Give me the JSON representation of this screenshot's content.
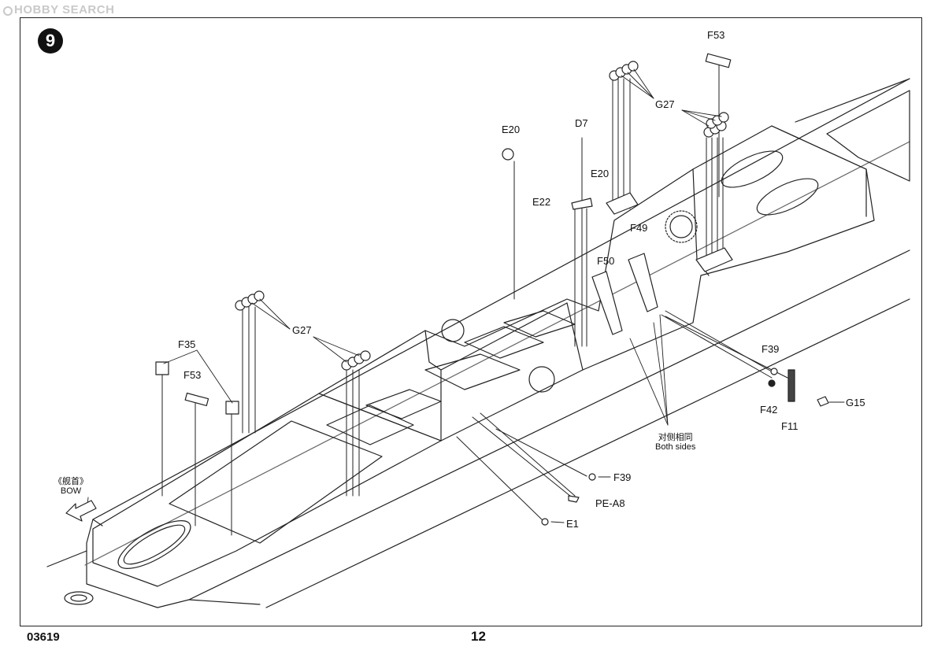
{
  "watermark": {
    "text": "HOBBY SEARCH"
  },
  "step": {
    "number": "9"
  },
  "footer": {
    "code": "03619",
    "page": "12"
  },
  "bow": {
    "cn": "《舰首》",
    "en": "BOW"
  },
  "both_sides": {
    "cn": "对侧相同",
    "en": "Both sides"
  },
  "parts": {
    "F53_top": "F53",
    "G27_right": "G27",
    "D7": "D7",
    "E20_a": "E20",
    "E20_b": "E20",
    "E22": "E22",
    "F49": "F49",
    "F50": "F50",
    "G27_left": "G27",
    "F35": "F35",
    "F53_left": "F53",
    "F39_right": "F39",
    "F42": "F42",
    "F11": "F11",
    "G15": "G15",
    "F39_low": "F39",
    "PE_A8": "PE-A8",
    "E1": "E1"
  }
}
